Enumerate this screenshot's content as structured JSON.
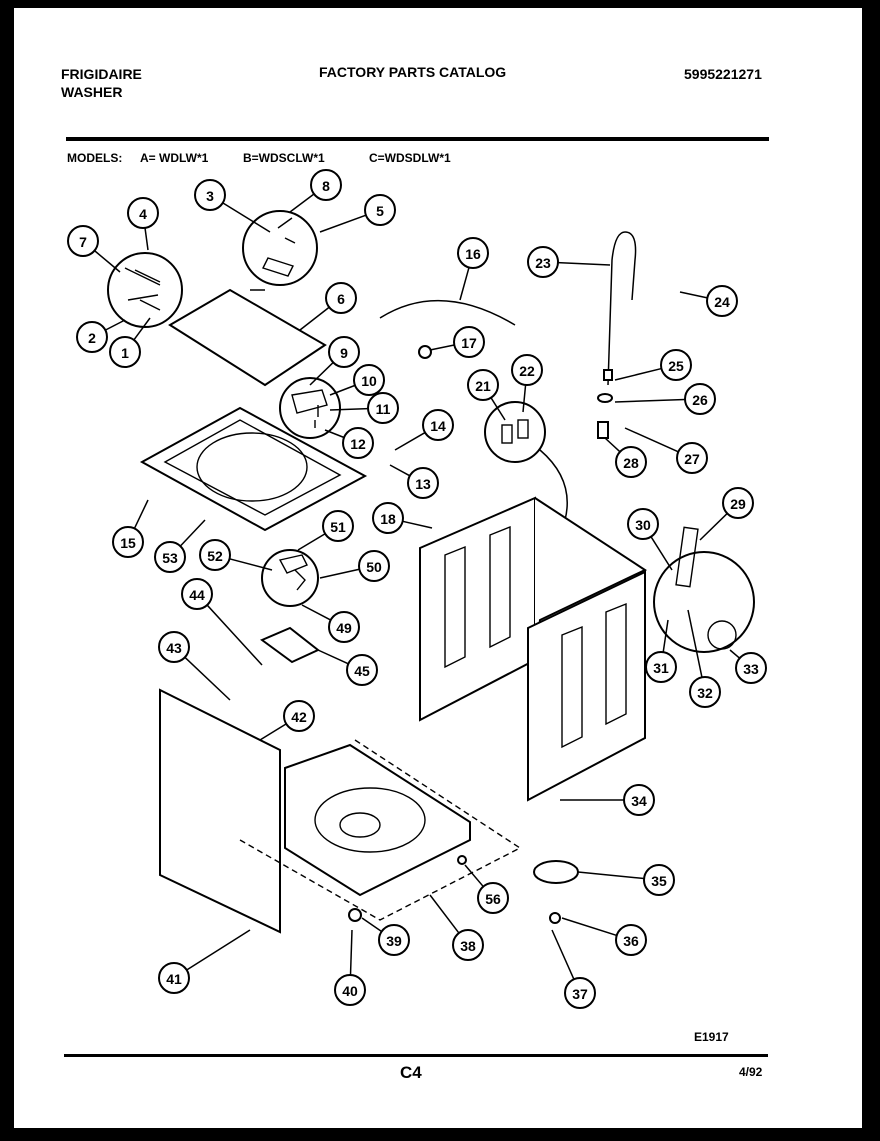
{
  "header": {
    "brand": "FRIGIDAIRE",
    "product": "WASHER",
    "title": "FACTORY PARTS CATALOG",
    "catalog_number": "5995221271"
  },
  "models": {
    "label": "MODELS:",
    "a": "A= WDLW*1",
    "b": "B=WDSCLW*1",
    "c": "C=WDSDLW*1"
  },
  "callouts": [
    "1",
    "2",
    "3",
    "4",
    "5",
    "6",
    "7",
    "8",
    "9",
    "10",
    "11",
    "12",
    "13",
    "14",
    "15",
    "16",
    "17",
    "18",
    "21",
    "22",
    "23",
    "24",
    "25",
    "26",
    "27",
    "28",
    "29",
    "30",
    "31",
    "32",
    "33",
    "34",
    "35",
    "36",
    "37",
    "38",
    "39",
    "40",
    "41",
    "42",
    "43",
    "44",
    "45",
    "49",
    "50",
    "51",
    "52",
    "53",
    "56"
  ],
  "footer": {
    "figure_code": "E1917",
    "page": "C4",
    "date": "4/92"
  }
}
